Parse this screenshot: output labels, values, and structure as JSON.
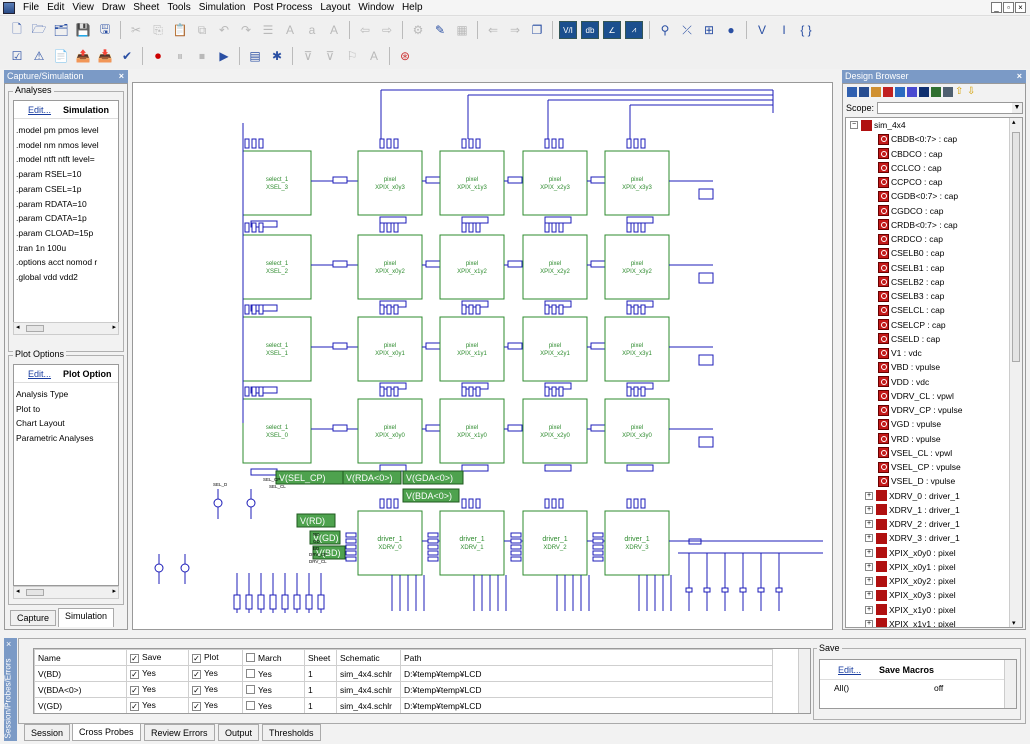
{
  "menu": [
    "File",
    "Edit",
    "View",
    "Draw",
    "Sheet",
    "Tools",
    "Simulation",
    "Post Process",
    "Layout",
    "Window",
    "Help"
  ],
  "window_controls": [
    "_",
    "▫",
    "×"
  ],
  "left_panel": {
    "title": "Capture/Simulation",
    "analyses_group": "Analyses",
    "analyses_edit": "Edit...",
    "analyses_header": "Simulation",
    "analyses_lines": [
      ".model pm pmos level",
      ".model nm nmos level",
      ".model ntft ntft level=",
      ".param RSEL=10",
      ".param CSEL=1p",
      ".param RDATA=10",
      ".param CDATA=1p",
      ".param CLOAD=15p",
      ".tran 1n 100u",
      ".options acct nomod r",
      ".global vdd vdd2"
    ],
    "plot_group": "Plot Options",
    "plot_edit": "Edit...",
    "plot_header": "Plot Option",
    "plot_lines": [
      "Analysis Type",
      "Plot to",
      "Chart Layout",
      "Parametric Analyses"
    ],
    "tabs": [
      "Capture",
      "Simulation"
    ]
  },
  "design_browser": {
    "title": "Design Browser",
    "scope_label": "Scope:",
    "root": "sim_4x4",
    "items": [
      "CBDB<0:7> : cap",
      "CBDCO : cap",
      "CCLCO : cap",
      "CCPCO : cap",
      "CGDB<0:7> : cap",
      "CGDCO : cap",
      "CRDB<0:7> : cap",
      "CRDCO : cap",
      "CSELB0 : cap",
      "CSELB1 : cap",
      "CSELB2 : cap",
      "CSELB3 : cap",
      "CSELCL : cap",
      "CSELCP : cap",
      "CSELD : cap",
      "V1 : vdc",
      "VBD : vpulse",
      "VDD : vdc",
      "VDRV_CL : vpwl",
      "VDRV_CP : vpulse",
      "VGD : vpulse",
      "VRD : vpulse",
      "VSEL_CL : vpwl",
      "VSEL_CP : vpulse",
      "VSEL_D : vpulse"
    ],
    "sub_items": [
      "XDRV_0 : driver_1",
      "XDRV_1 : driver_1",
      "XDRV_2 : driver_1",
      "XDRV_3 : driver_1",
      "XPIX_x0y0 : pixel",
      "XPIX_x0y1 : pixel",
      "XPIX_x0y2 : pixel",
      "XPIX_x0y3 : pixel",
      "XPIX_x1y0 : pixel",
      "XPIX_x1y1 : pixel"
    ]
  },
  "schematic": {
    "select_rows": [
      {
        "type": "select_1",
        "name": "XSEL_3"
      },
      {
        "type": "select_1",
        "name": "XSEL_2"
      },
      {
        "type": "select_1",
        "name": "XSEL_1"
      },
      {
        "type": "select_1",
        "name": "XSEL_0"
      }
    ],
    "pixel_type": "pixel",
    "pixel_names": [
      [
        "XPIX_x0y3",
        "XPIX_x1y3",
        "XPIX_x2y3",
        "XPIX_x3y3"
      ],
      [
        "XPIX_x0y2",
        "XPIX_x1y2",
        "XPIX_x2y2",
        "XPIX_x3y2"
      ],
      [
        "XPIX_x0y1",
        "XPIX_x1y1",
        "XPIX_x2y1",
        "XPIX_x3y1"
      ],
      [
        "XPIX_x0y0",
        "XPIX_x1y0",
        "XPIX_x2y0",
        "XPIX_x3y0"
      ]
    ],
    "drivers": [
      {
        "type": "driver_1",
        "name": "XDRV_0"
      },
      {
        "type": "driver_1",
        "name": "XDRV_1"
      },
      {
        "type": "driver_1",
        "name": "XDRV_2"
      },
      {
        "type": "driver_1",
        "name": "XDRV_3"
      }
    ],
    "probes": [
      "V(SEL_CP)",
      "V(RDA<0>)",
      "V(GDA<0>)",
      "V(BDA<0>)",
      "V(RD)",
      "V(GD)",
      "V(BD)"
    ],
    "small_labels": [
      "SEL_D",
      "SEL_CP",
      "SEL_CL",
      "RD",
      "GD",
      "BD",
      "DRV_CP",
      "DRV_CL"
    ]
  },
  "probes_panel": {
    "side_title": "Session/Probes/Errors",
    "columns": [
      "Name",
      "Save",
      "Plot",
      "March",
      "Sheet",
      "Schematic",
      "Path"
    ],
    "rows": [
      {
        "name": "V(BD)",
        "save": "Yes",
        "plot": "Yes",
        "march": "Yes",
        "sheet": "1",
        "schematic": "sim_4x4.schlr",
        "path": "D:¥temp¥temp¥LCD"
      },
      {
        "name": "V(BDA<0>)",
        "save": "Yes",
        "plot": "Yes",
        "march": "Yes",
        "sheet": "1",
        "schematic": "sim_4x4.schlr",
        "path": "D:¥temp¥temp¥LCD"
      },
      {
        "name": "V(GD)",
        "save": "Yes",
        "plot": "Yes",
        "march": "Yes",
        "sheet": "1",
        "schematic": "sim_4x4.schlr",
        "path": "D:¥temp¥temp¥LCD"
      }
    ],
    "save_group": "Save",
    "save_edit": "Edit...",
    "save_header": "Save Macros",
    "save_row_name": "All()",
    "save_row_value": "off",
    "tabs": [
      "Session",
      "Cross Probes",
      "Review Errors",
      "Output",
      "Thresholds"
    ]
  },
  "colors": {
    "panel_header": "#7b9ac6",
    "wire": "#1c1cb8",
    "block": "#2e8b2e",
    "probe_fill": "#4ea24e"
  }
}
